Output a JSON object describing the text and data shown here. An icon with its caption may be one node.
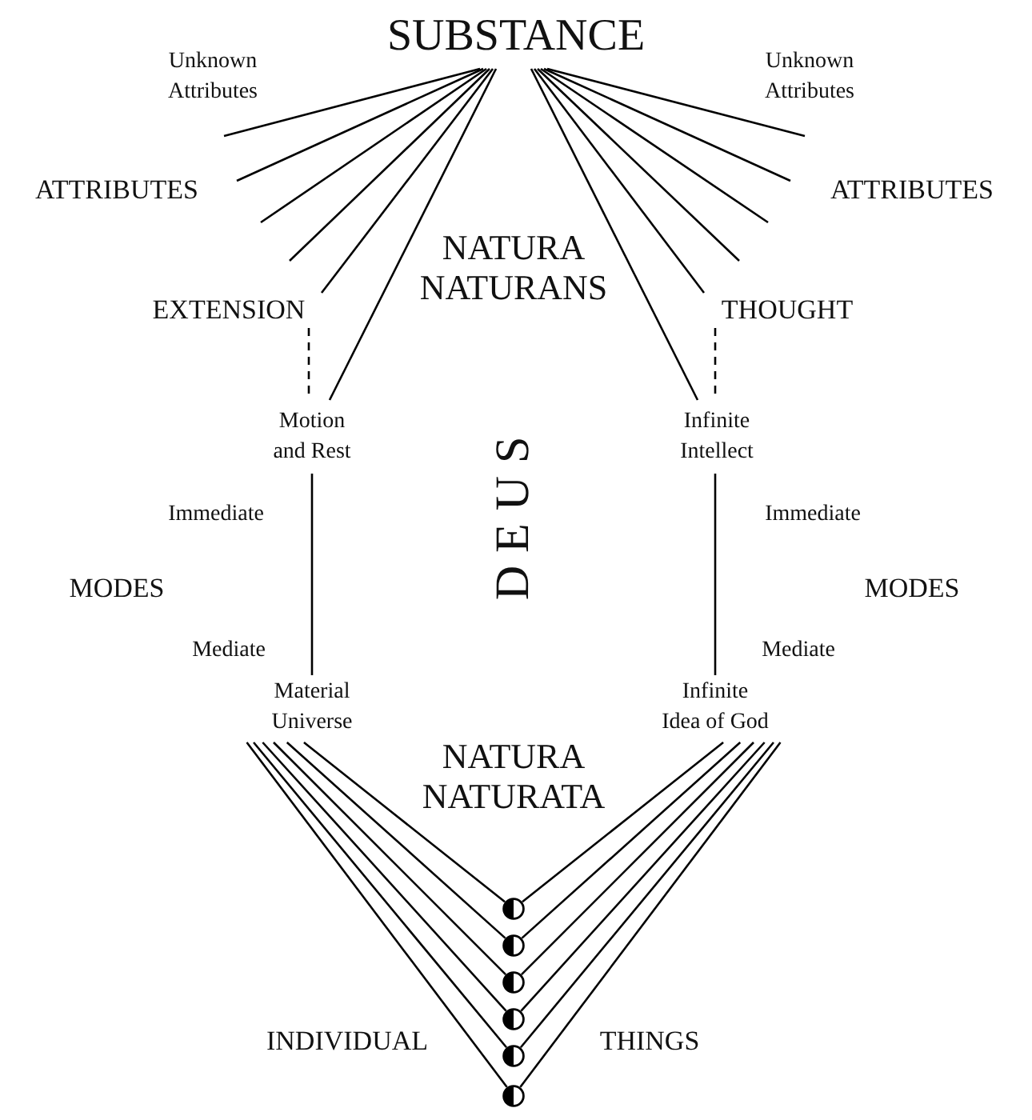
{
  "diagram": {
    "nodes": [
      {
        "text": [
          "SUBSTANCE"
        ]
      },
      {
        "text": [
          "EXTENSION"
        ]
      },
      {
        "text": [
          "THOUGHT"
        ]
      },
      {
        "text": [
          "Motion and Rest"
        ]
      },
      {
        "text": [
          "Infinite Intellect"
        ]
      },
      {
        "text": [
          "Material Universe"
        ]
      },
      {
        "text": [
          "Infinite Idea of God"
        ]
      },
      {
        "text": [],
        "shape": "circle"
      },
      {
        "text": [],
        "shape": "circle"
      },
      {
        "text": [],
        "shape": "circle"
      },
      {
        "text": [],
        "shape": "circle"
      },
      {
        "text": [],
        "shape": "circle"
      },
      {
        "text": [],
        "shape": "circle"
      }
    ],
    "edges": [
      {
        "from": 0,
        "to": null,
        "arrow": "none"
      },
      {
        "from": 0,
        "to": null,
        "arrow": "none"
      },
      {
        "from": 0,
        "to": null,
        "arrow": "none"
      },
      {
        "from": 0,
        "to": null,
        "arrow": "none"
      },
      {
        "from": 0,
        "to": 1,
        "arrow": "none"
      },
      {
        "from": 0,
        "to": 3,
        "arrow": "none"
      },
      {
        "from": 0,
        "to": null,
        "arrow": "none"
      },
      {
        "from": 0,
        "to": null,
        "arrow": "none"
      },
      {
        "from": 0,
        "to": null,
        "arrow": "none"
      },
      {
        "from": 0,
        "to": null,
        "arrow": "none"
      },
      {
        "from": 0,
        "to": 2,
        "arrow": "none"
      },
      {
        "from": 0,
        "to": 4,
        "arrow": "none"
      },
      {
        "from": 1,
        "to": 3,
        "arrow": "none",
        "style": "dashed"
      },
      {
        "from": 2,
        "to": 4,
        "arrow": "none",
        "style": "dashed"
      },
      {
        "from": 3,
        "to": 5,
        "arrow": "none"
      },
      {
        "from": 4,
        "to": 6,
        "arrow": "none"
      },
      {
        "from": 5,
        "to": 7,
        "arrow": "none"
      },
      {
        "from": 5,
        "to": 8,
        "arrow": "none"
      },
      {
        "from": 5,
        "to": 9,
        "arrow": "none"
      },
      {
        "from": 5,
        "to": 10,
        "arrow": "none"
      },
      {
        "from": 5,
        "to": 11,
        "arrow": "none"
      },
      {
        "from": 5,
        "to": 12,
        "arrow": "none"
      },
      {
        "from": 6,
        "to": 7,
        "arrow": "none"
      },
      {
        "from": 6,
        "to": 8,
        "arrow": "none"
      },
      {
        "from": 6,
        "to": 9,
        "arrow": "none"
      },
      {
        "from": 6,
        "to": 10,
        "arrow": "none"
      },
      {
        "from": 6,
        "to": 11,
        "arrow": "none"
      },
      {
        "from": 6,
        "to": 12,
        "arrow": "none"
      }
    ],
    "labels": [
      "Unknown Attributes",
      "Unknown Attributes",
      "ATTRIBUTES",
      "ATTRIBUTES",
      "NATURA NATURANS",
      "DEUS",
      "Immediate",
      "Immediate",
      "MODES",
      "MODES",
      "Mediate",
      "Mediate",
      "NATURA NATURATA",
      "INDIVIDUAL",
      "THINGS"
    ]
  }
}
